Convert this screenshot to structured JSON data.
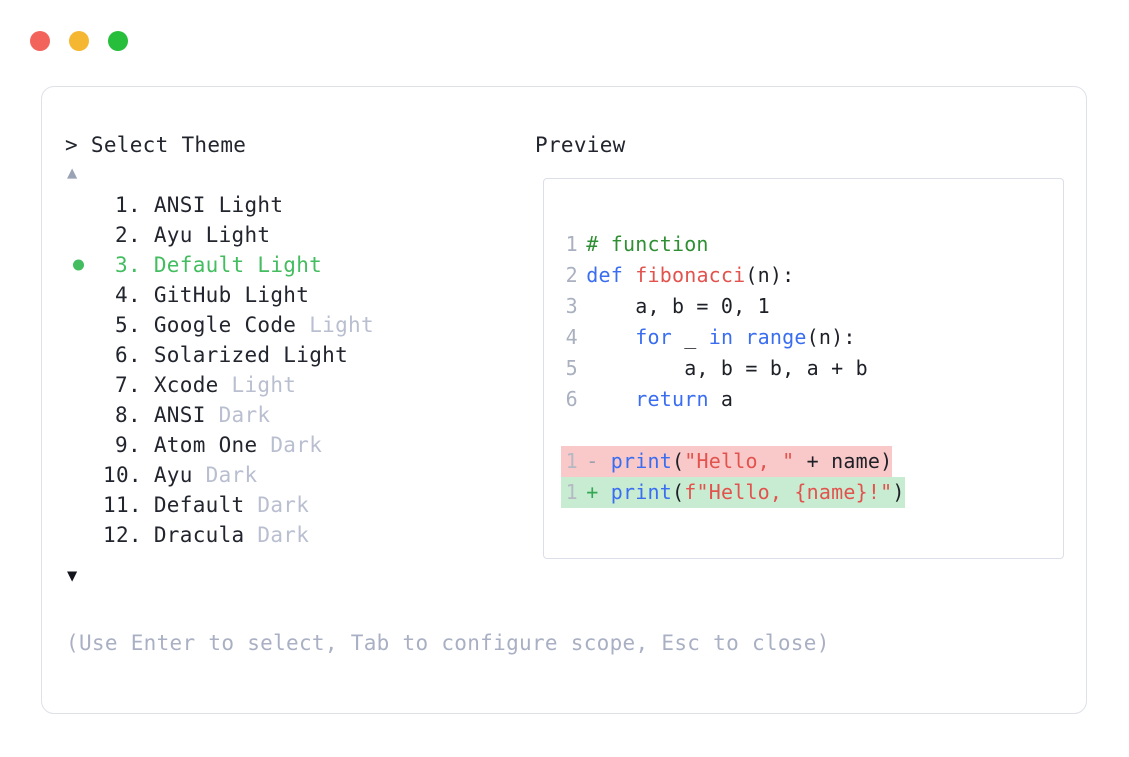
{
  "window": {
    "traffic_lights": [
      {
        "name": "close",
        "color": "#f2635c"
      },
      {
        "name": "minimize",
        "color": "#f5b731"
      },
      {
        "name": "maximize",
        "color": "#27be3b"
      }
    ]
  },
  "left": {
    "prompt": "> Select Theme",
    "scroll_up_icon": "▲",
    "scroll_down_icon": "▼",
    "hint": "(Use Enter to select, Tab to configure scope, Esc to close)",
    "selected_index": 3,
    "items": [
      {
        "num": "1.",
        "name": "ANSI",
        "variant": "Light",
        "variant_dim": false,
        "selected": false
      },
      {
        "num": "2.",
        "name": "Ayu",
        "variant": "Light",
        "variant_dim": false,
        "selected": false
      },
      {
        "num": "3.",
        "name": "Default",
        "variant": "Light",
        "variant_dim": false,
        "selected": true
      },
      {
        "num": "4.",
        "name": "GitHub",
        "variant": "Light",
        "variant_dim": false,
        "selected": false
      },
      {
        "num": "5.",
        "name": "Google Code",
        "variant": "Light",
        "variant_dim": true,
        "selected": false
      },
      {
        "num": "6.",
        "name": "Solarized",
        "variant": "Light",
        "variant_dim": false,
        "selected": false
      },
      {
        "num": "7.",
        "name": "Xcode",
        "variant": "Light",
        "variant_dim": true,
        "selected": false
      },
      {
        "num": "8.",
        "name": "ANSI",
        "variant": "Dark",
        "variant_dim": true,
        "selected": false
      },
      {
        "num": "9.",
        "name": "Atom One",
        "variant": "Dark",
        "variant_dim": true,
        "selected": false
      },
      {
        "num": "10.",
        "name": "Ayu",
        "variant": "Dark",
        "variant_dim": true,
        "selected": false
      },
      {
        "num": "11.",
        "name": "Default",
        "variant": "Dark",
        "variant_dim": true,
        "selected": false
      },
      {
        "num": "12.",
        "name": "Dracula",
        "variant": "Dark",
        "variant_dim": true,
        "selected": false
      }
    ]
  },
  "right": {
    "title": "Preview",
    "code_lines": [
      {
        "ln": "1",
        "tokens": [
          {
            "t": "# function",
            "c": "comment"
          }
        ]
      },
      {
        "ln": "2",
        "tokens": [
          {
            "t": "def ",
            "c": "kw"
          },
          {
            "t": "fibonacci",
            "c": "fn"
          },
          {
            "t": "(n):",
            "c": "punct"
          }
        ]
      },
      {
        "ln": "3",
        "tokens": [
          {
            "t": "    a, b = 0, 1",
            "c": "plain"
          }
        ]
      },
      {
        "ln": "4",
        "tokens": [
          {
            "t": "    ",
            "c": "plain"
          },
          {
            "t": "for",
            "c": "kw"
          },
          {
            "t": " _ ",
            "c": "plain"
          },
          {
            "t": "in range",
            "c": "kw"
          },
          {
            "t": "(n):",
            "c": "punct"
          }
        ]
      },
      {
        "ln": "5",
        "tokens": [
          {
            "t": "        a, b = b, a + b",
            "c": "plain"
          }
        ]
      },
      {
        "ln": "6",
        "tokens": [
          {
            "t": "    ",
            "c": "plain"
          },
          {
            "t": "return",
            "c": "kw"
          },
          {
            "t": " a",
            "c": "plain"
          }
        ]
      }
    ],
    "diff_lines": [
      {
        "ln": "1",
        "kind": "del",
        "marker": "-",
        "tokens": [
          {
            "t": "print",
            "c": "kw"
          },
          {
            "t": "(",
            "c": "punct"
          },
          {
            "t": "\"Hello, \"",
            "c": "str"
          },
          {
            "t": " + name)",
            "c": "plain"
          }
        ]
      },
      {
        "ln": "1",
        "kind": "add",
        "marker": "+",
        "tokens": [
          {
            "t": "print",
            "c": "kw"
          },
          {
            "t": "(",
            "c": "punct"
          },
          {
            "t": "f\"Hello, {name}!\"",
            "c": "str"
          },
          {
            "t": ")",
            "c": "punct"
          }
        ]
      }
    ]
  },
  "colors": {
    "accent_selected": "#43bd5f",
    "comment": "#2f8f33",
    "keyword": "#3a6df0",
    "function": "#e2534e",
    "string": "#e2534e",
    "diff_del_bg": "#f9c9c9",
    "diff_add_bg": "#c8ecd2",
    "text": "#22252e",
    "dim": "#b9bfd0",
    "hint": "#aab0c4",
    "border": "#dfe1e8"
  }
}
